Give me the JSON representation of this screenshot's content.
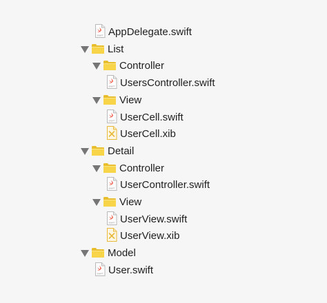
{
  "project_navigator": {
    "items": [
      {
        "label": "AppDelegate.swift",
        "kind": "swift",
        "depth": 1,
        "expanded": null
      },
      {
        "label": "List",
        "kind": "folder",
        "depth": 0,
        "expanded": true
      },
      {
        "label": "Controller",
        "kind": "folder",
        "depth": 1,
        "expanded": true
      },
      {
        "label": "UsersController.swift",
        "kind": "swift",
        "depth": 2,
        "expanded": null
      },
      {
        "label": "View",
        "kind": "folder",
        "depth": 1,
        "expanded": true
      },
      {
        "label": "UserCell.swift",
        "kind": "swift",
        "depth": 2,
        "expanded": null
      },
      {
        "label": "UserCell.xib",
        "kind": "xib",
        "depth": 2,
        "expanded": null
      },
      {
        "label": "Detail",
        "kind": "folder",
        "depth": 0,
        "expanded": true
      },
      {
        "label": "Controller",
        "kind": "folder",
        "depth": 1,
        "expanded": true
      },
      {
        "label": "UserController.swift",
        "kind": "swift",
        "depth": 2,
        "expanded": null
      },
      {
        "label": "View",
        "kind": "folder",
        "depth": 1,
        "expanded": true
      },
      {
        "label": "UserView.swift",
        "kind": "swift",
        "depth": 2,
        "expanded": null
      },
      {
        "label": "UserView.xib",
        "kind": "xib",
        "depth": 2,
        "expanded": null
      },
      {
        "label": "Model",
        "kind": "folder",
        "depth": 0,
        "expanded": true
      },
      {
        "label": "User.swift",
        "kind": "swift",
        "depth": 1,
        "expanded": null
      }
    ]
  },
  "icons": {
    "folder": "folder-icon",
    "swift": "swift-file-icon",
    "xib": "xib-file-icon",
    "disclosure": "disclosure-triangle-icon"
  },
  "colors": {
    "background": "#f6f6f6",
    "text": "#1f1f1f",
    "folder_body": "#f8d548",
    "folder_tab": "#e9be2d",
    "disclosure": "#767676",
    "swift_orange": "#f05138",
    "xib_yellow": "#e9b83a"
  }
}
